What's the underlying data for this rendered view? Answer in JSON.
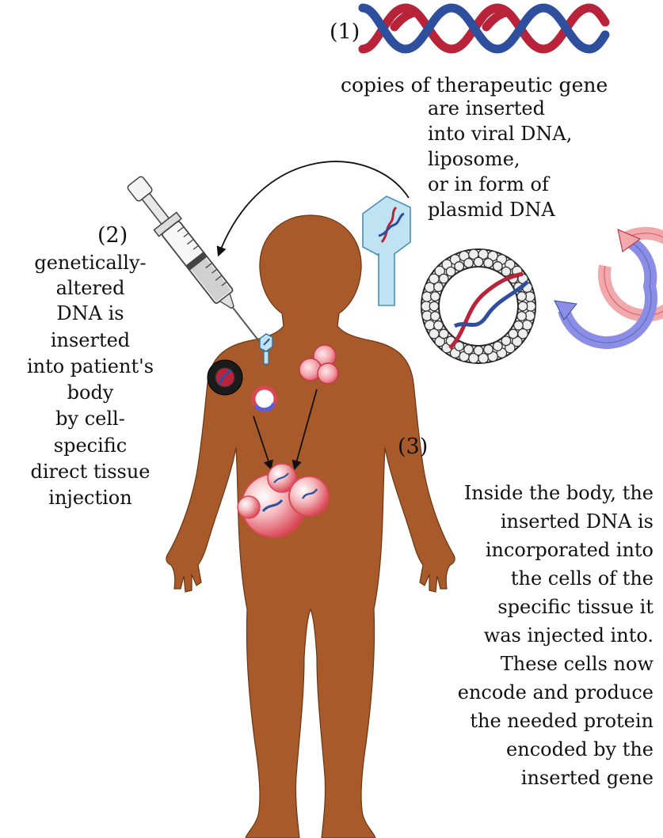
{
  "step1": {
    "number": "(1)",
    "lines": [
      "copies of therapeutic gene",
      "are inserted",
      "into viral DNA,",
      "liposome,",
      "or in form of",
      "plasmid DNA"
    ]
  },
  "step2": {
    "number": "(2)",
    "lines": [
      "genetically-",
      "altered",
      "DNA is",
      "inserted",
      "into patient's",
      "body",
      "by cell-",
      "specific",
      "direct tissue",
      "injection"
    ]
  },
  "step3": {
    "number": "(3)",
    "lines": [
      "Inside the body, the",
      "inserted DNA is",
      "incorporated into",
      "the cells of the",
      "specific tissue it",
      "was injected into.",
      "These cells now",
      "encode and produce",
      "the needed protein",
      "encoded by the",
      "inserted gene"
    ]
  },
  "colors": {
    "body": "#a85a2a",
    "dna_red": "#b8233a",
    "dna_blue": "#2e4f9e",
    "cell_pink": "#f0a0a8",
    "cell_red": "#d94654",
    "virus_blue": "#bfe3f2",
    "plasmid_pink": "#f1a9ab",
    "plasmid_blue": "#8c8ee6"
  },
  "icons": [
    "dna-double-helix-icon",
    "virus-capsid-icon",
    "liposome-icon",
    "plasmid-icon",
    "syringe-icon",
    "human-body-silhouette-icon"
  ]
}
